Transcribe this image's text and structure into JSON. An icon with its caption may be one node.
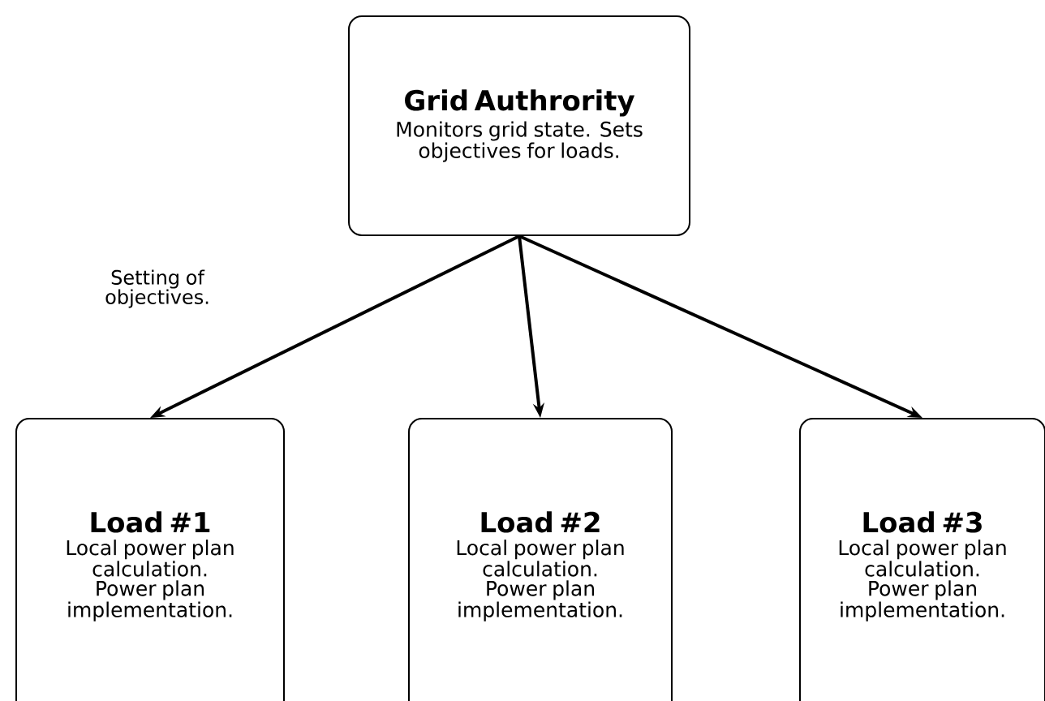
{
  "diagram": {
    "nodes": [
      {
        "text": [
          "Grid Authrority",
          "Monitors grid state. Sets objectives for loads."
        ]
      },
      {
        "text": [
          "Load #1",
          "Local power plan calculation. Power plan implementation."
        ]
      },
      {
        "text": [
          "Load #2",
          "Local power plan calculation. Power plan implementation."
        ]
      },
      {
        "text": [
          "Load #3",
          "Local power plan calculation. Power plan implementation."
        ]
      }
    ],
    "edges": [
      {
        "from": 0,
        "to": 1,
        "arrow": "to",
        "label": "Setting of objectives."
      },
      {
        "from": 0,
        "to": 2,
        "arrow": "to"
      },
      {
        "from": 0,
        "to": 3,
        "arrow": "to"
      }
    ]
  }
}
